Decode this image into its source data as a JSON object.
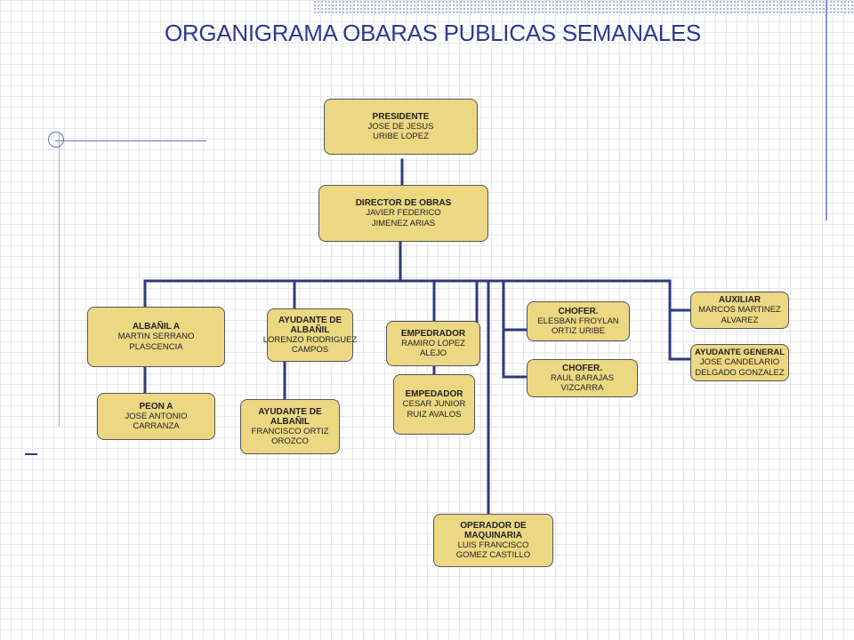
{
  "title": "ORGANIGRAMA OBARAS PUBLICAS SEMANALES",
  "colors": {
    "box_fill": "#ecd783",
    "connector": "#2e3a7a",
    "title": "#2e3a8c"
  },
  "boxes": {
    "presidente": {
      "role": "PRESIDENTE",
      "name1": "JOSE DE JESUS",
      "name2": "URIBE LOPEZ"
    },
    "director": {
      "role": "DIRECTOR DE OBRAS",
      "name1": "JAVIER FEDERICO",
      "name2": "JIMENEZ ARIAS"
    },
    "albanil_a": {
      "role": "ALBAÑIL A",
      "name1": "MARTIN SERRANO",
      "name2": "PLASCENCIA"
    },
    "peon_a": {
      "role": "PEON A",
      "name1": "JOSE ANTONIO",
      "name2": "CARRANZA"
    },
    "ayudante_albanil_1": {
      "role1": "AYUDANTE DE",
      "role2": "ALBAÑIL",
      "name1": "LORENZO RODRIGUEZ",
      "name2": "CAMPOS"
    },
    "ayudante_albanil_2": {
      "role1": "AYUDANTE DE",
      "role2": "ALBAÑIL",
      "name1": "FRANCISCO ORTIZ",
      "name2": "OROZCO"
    },
    "empedrador": {
      "role": "EMPEDRADOR",
      "name1": "RAMIRO LOPEZ",
      "name2": "ALEJO"
    },
    "empedador": {
      "role": "EMPEDADOR",
      "name1": "CESAR JUNIOR",
      "name2": "RUIZ AVALOS"
    },
    "operador": {
      "role1": "OPERADOR DE",
      "role2": "MAQUINARIA",
      "name1": "LUIS FRANCISCO",
      "name2": "GOMEZ CASTILLO"
    },
    "chofer_1": {
      "role": "CHOFER.",
      "name1": "ELESBAN FROYLAN",
      "name2": "ORTIZ URIBE"
    },
    "chofer_2": {
      "role": "CHOFER.",
      "name1": "RAUL BARAJAS",
      "name2": "VIZCARRA"
    },
    "auxiliar": {
      "role": "AUXILIAR",
      "name1": "MARCOS MARTINEZ",
      "name2": "ALVAREZ"
    },
    "ayudante_general": {
      "role": "AYUDANTE GENERAL",
      "name1": "JOSE CANDELARIO",
      "name2": "DELGADO GONZALEZ"
    }
  }
}
